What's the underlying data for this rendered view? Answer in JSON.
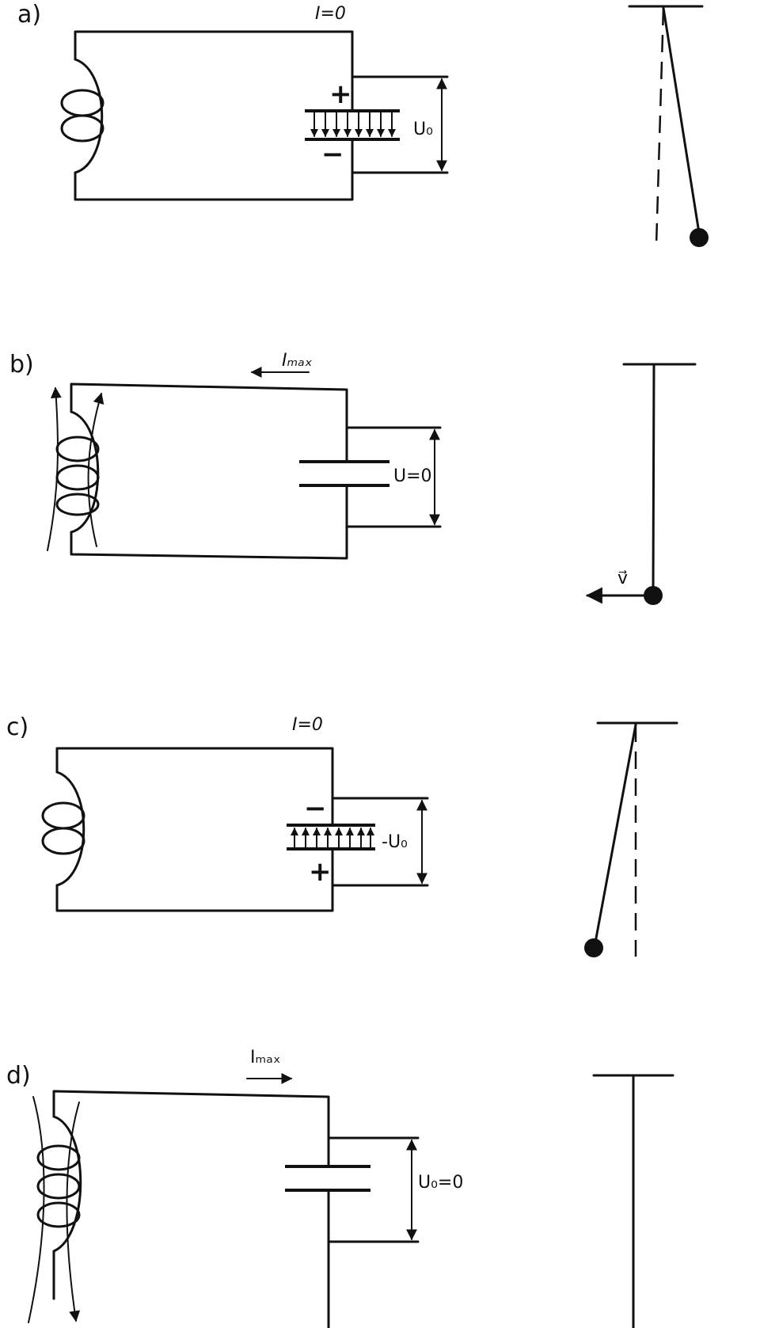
{
  "panels": [
    {
      "label": "a)",
      "current": "I=0",
      "voltage": "U₀",
      "top_sign": "+",
      "bottom_sign": "−"
    },
    {
      "label": "b)",
      "current": "Iₘₐₓ",
      "voltage": "U=0",
      "velocity": "v⃗"
    },
    {
      "label": "c)",
      "current": "I=0",
      "voltage": "-U₀",
      "top_sign": "−",
      "bottom_sign": "+"
    },
    {
      "label": "d)",
      "current": "Iₘₐₓ",
      "voltage": "U₀=0"
    }
  ],
  "colors": {
    "ink": "#111111",
    "background": "#ffffff"
  }
}
